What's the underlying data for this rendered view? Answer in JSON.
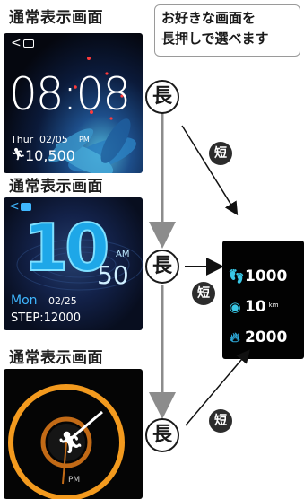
{
  "section_titles": {
    "first": "通常表示画面",
    "second": "通常表示画面",
    "third": "通常表示画面"
  },
  "callout": {
    "line1": "お好きな画面を",
    "line2": "長押しで選べます"
  },
  "screen1": {
    "time": "08:08",
    "day": "Thur",
    "date": "02/05",
    "ampm": "PM",
    "steps": "10,500"
  },
  "screen2": {
    "hour": "10",
    "ampm": "AM",
    "minute": "50",
    "day": "Mon",
    "date": "02/25",
    "step_label": "STEP:12000"
  },
  "screen3": {
    "ampm": "PM"
  },
  "screen4": {
    "steps": "1000",
    "distance": "10",
    "distance_unit": "km",
    "calories": "2000"
  },
  "labels": {
    "long_press": "長",
    "short_press": "短"
  },
  "colors": {
    "arrow_gray": "#8c8c8c",
    "orange": "#f39a1e",
    "cyan": "#39c7e6"
  }
}
